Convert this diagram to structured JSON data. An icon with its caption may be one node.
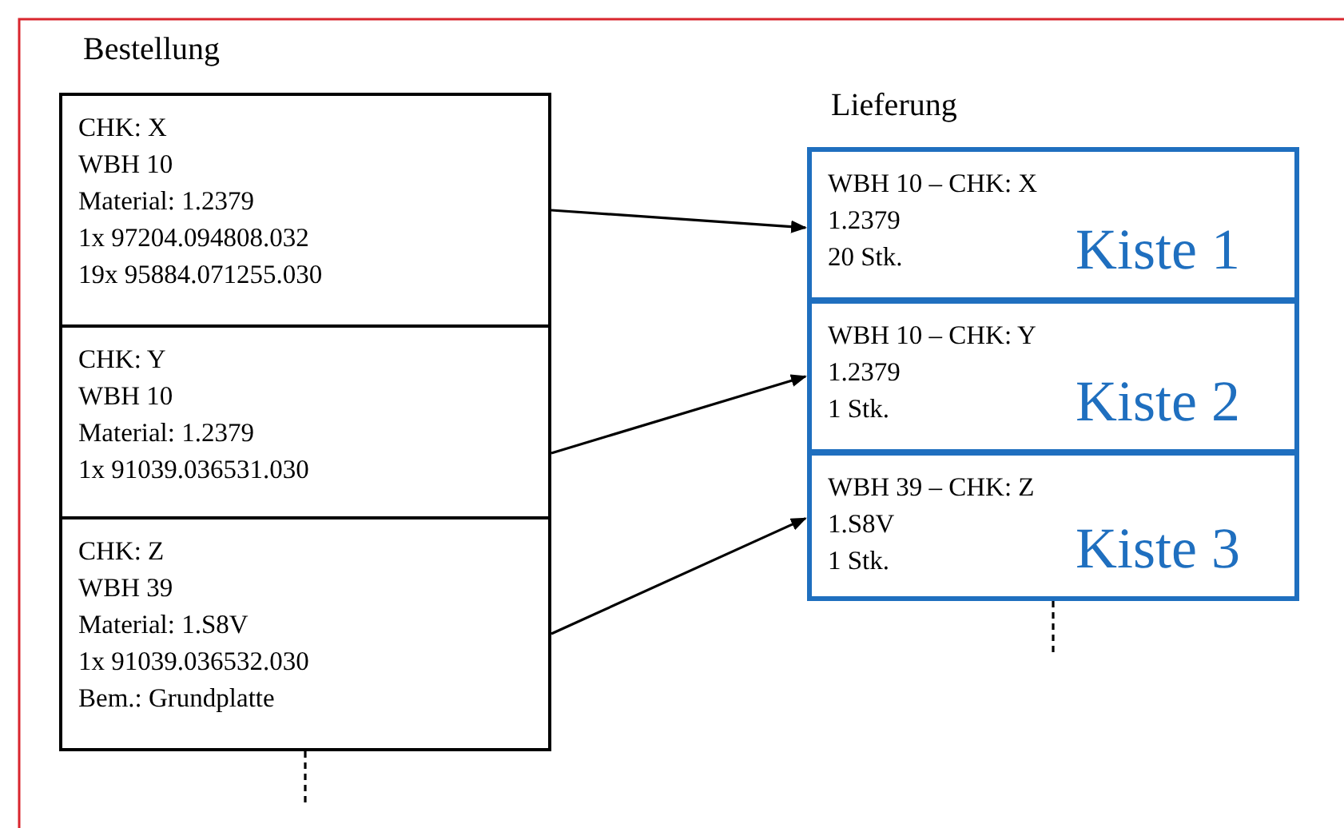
{
  "diagram": {
    "nodes": [
      {
        "text": [
          "Bestellung"
        ]
      },
      {
        "text": [
          "CHK: X",
          "WBH 10",
          "Material:  1.2379",
          "1x 97204.094808.032",
          "19x 95884.071255.030"
        ],
        "in": 0
      },
      {
        "text": [
          "CHK: Y",
          "WBH 10",
          "Material:  1.2379",
          "1x 91039.036531.030"
        ],
        "in": 0
      },
      {
        "text": [
          "CHK: Z",
          "WBH 39",
          "Material:  1.S8V",
          "1x 91039.036532.030",
          "Bem.:  Grundplatte"
        ],
        "in": 0
      },
      {
        "text": [
          "Lieferung"
        ]
      },
      {
        "text": [
          "WBH 10 – CHK: X",
          "1.2379",
          "20 Stk.",
          "Kiste 1"
        ],
        "in": 4
      },
      {
        "text": [
          "WBH 10 – CHK: Y",
          "1.2379",
          "1 Stk.",
          "Kiste 2"
        ],
        "in": 4
      },
      {
        "text": [
          "WBH 39 – CHK: Z",
          "1.S8V",
          "1 Stk.",
          "Kiste 3"
        ],
        "in": 4
      }
    ],
    "edges": [
      {
        "from": 1,
        "to": 5,
        "arrow": "to"
      },
      {
        "from": 2,
        "to": 6,
        "arrow": "to"
      },
      {
        "from": 3,
        "to": 7,
        "arrow": "to"
      },
      {
        "from": 0,
        "to": null,
        "arrow": "none",
        "style": "dashed"
      },
      {
        "from": 4,
        "to": null,
        "arrow": "none",
        "style": "dashed"
      }
    ]
  }
}
